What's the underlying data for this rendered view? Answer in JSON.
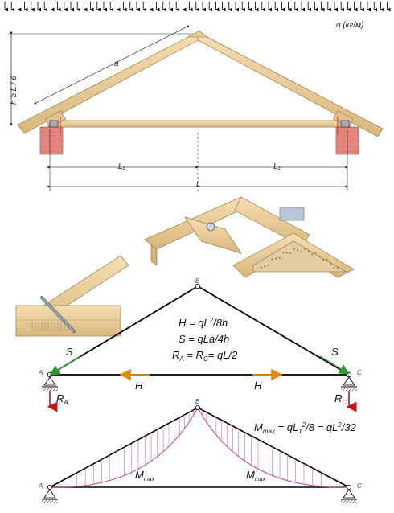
{
  "load_label": "q (кг/м)",
  "dim_a": "a",
  "dim_h": "h ≥ L / 6",
  "dim_L1_left": "L₁",
  "dim_L1_right": "L₁",
  "dim_L": "L",
  "points": {
    "A": "A",
    "B": "B",
    "C": "C"
  },
  "formulas": {
    "H": "H = qL²/8h",
    "S": "S = qLa/4h",
    "R": "R_A = R_C = qL/2"
  },
  "forces": {
    "S_left": "S",
    "S_right": "S",
    "H_left": "H",
    "H_right": "H",
    "RA": "R_A",
    "RC": "R_C"
  },
  "moment": {
    "formula": "M_max = qL₁²/8 = qL²/32",
    "left": "M_max",
    "right": "M_max"
  }
}
